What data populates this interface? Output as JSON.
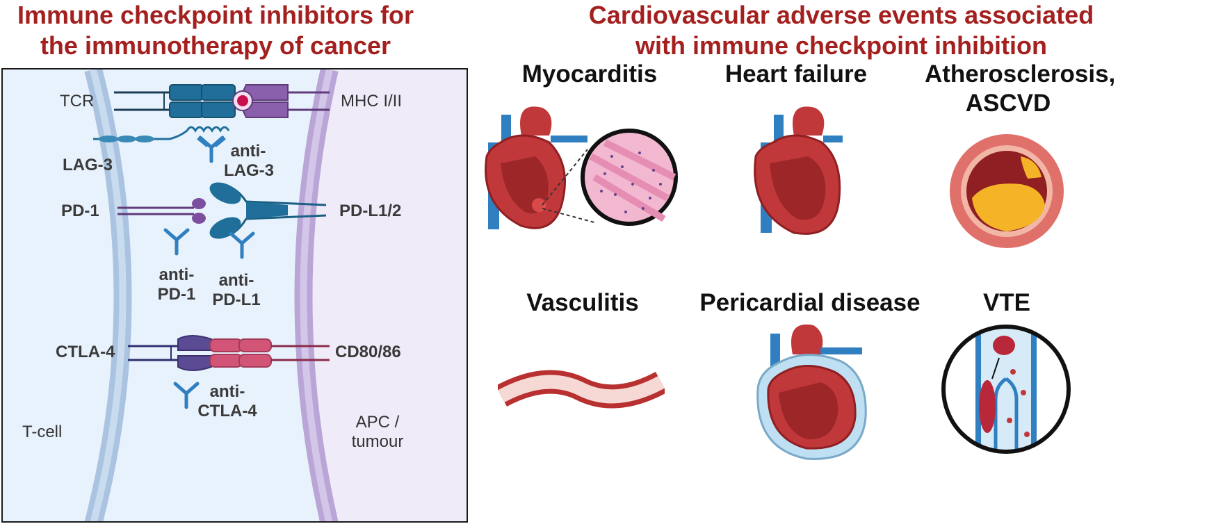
{
  "left_title": [
    "Immune checkpoint inhibitors for",
    "the immunotherapy of cancer"
  ],
  "right_title": [
    "Cardiovascular adverse events associated",
    "with immune checkpoint inhibition"
  ],
  "panel": {
    "tcr": "TCR",
    "mhc": "MHC I/II",
    "lag3": "LAG-3",
    "anti_lag3": [
      "anti-",
      "LAG-3"
    ],
    "pd1": "PD-1",
    "pdl": "PD-L1/2",
    "anti_pd1": [
      "anti-",
      "PD-1"
    ],
    "anti_pdl1": [
      "anti-",
      "PD-L1"
    ],
    "ctla4": "CTLA-4",
    "cd80": "CD80/86",
    "anti_ctla4": [
      "anti-",
      "CTLA-4"
    ],
    "tcell": "T-cell",
    "apc": [
      "APC /",
      "tumour"
    ]
  },
  "events": {
    "myocarditis": "Myocarditis",
    "heart_failure": "Heart failure",
    "athero": [
      "Atherosclerosis,",
      "ASCVD"
    ],
    "vasculitis": "Vasculitis",
    "pericardial": "Pericardial disease",
    "vte": "VTE"
  },
  "colors": {
    "title": "#a3201f",
    "tcell_membrane": "#a9c3e0",
    "apc_membrane": "#b9a6d6",
    "receptor_teal": "#1f6f9a",
    "receptor_purple": "#7b4f9d",
    "receptor_pink": "#d25577",
    "heart_red": "#c0383a",
    "vessel_blue": "#2f7fc1"
  }
}
